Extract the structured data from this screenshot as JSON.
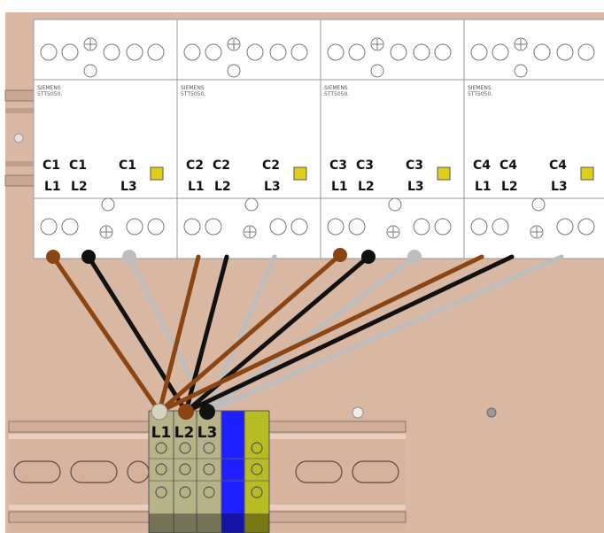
{
  "panel_colors": {
    "background": "#d9b8a3",
    "contactor_body": "#ffffff",
    "contactor_edge": "#9a9a9a",
    "indicator": "#e0cf1a",
    "rail": "#d8b7a3",
    "rail_edge": "#8f7466"
  },
  "wire_colors": {
    "L1": "#8b4513",
    "L2": "#111111",
    "L3": "#bdbdbd"
  },
  "contactors": [
    {
      "brand": "SIEMENS",
      "model": "5TT5050.",
      "terms": [
        {
          "top": "C1",
          "bottom": "L1"
        },
        {
          "top": "C1",
          "bottom": "L2"
        },
        {
          "top": "C1",
          "bottom": "L3"
        }
      ]
    },
    {
      "brand": "SIEMENS",
      "model": "5TT5050.",
      "terms": [
        {
          "top": "C2",
          "bottom": "L1"
        },
        {
          "top": "C2",
          "bottom": "L2"
        },
        {
          "top": "C2",
          "bottom": "L3"
        }
      ]
    },
    {
      "brand": "SIEMENS",
      "model": "5TT5050.",
      "terms": [
        {
          "top": "C3",
          "bottom": "L1"
        },
        {
          "top": "C3",
          "bottom": "L2"
        },
        {
          "top": "C3",
          "bottom": "L3"
        }
      ]
    },
    {
      "brand": "SIEMENS",
      "model": "5TT5050.",
      "terms": [
        {
          "top": "C4",
          "bottom": "L1"
        },
        {
          "top": "C4",
          "bottom": "L2"
        },
        {
          "top": "C4",
          "bottom": "L3"
        }
      ]
    }
  ],
  "terminal_block": {
    "labels": [
      "L1",
      "L2",
      "L3"
    ],
    "colors": [
      "#b5b387",
      "#b5b387",
      "#b5b387",
      "#1f1fff",
      "#b7bb24"
    ]
  }
}
